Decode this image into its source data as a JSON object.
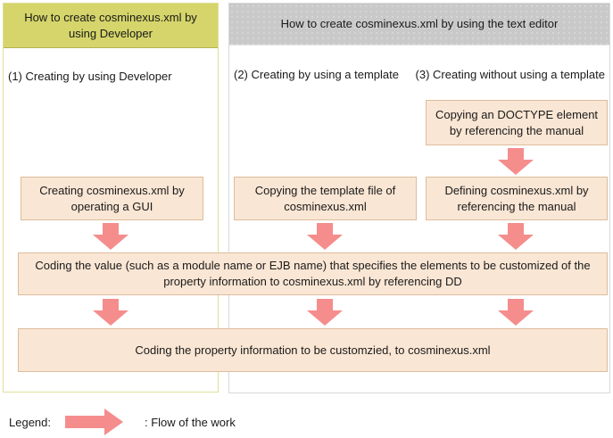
{
  "colors": {
    "developer_header_bg": "#d5d56b",
    "developer_header_border": "#b2b356",
    "developer_panel_border": "#dfe09a",
    "editor_header_bg": "#c9c9c9",
    "editor_panel_border": "#d9d9d9",
    "box_bg": "#fae6d4",
    "box_border": "#dcbd9c",
    "arrow": "#f58d8d",
    "text": "#1a1a1a"
  },
  "developer_panel": {
    "header": "How to create cosminexus.xml by using Developer",
    "method_label": "(1) Creating by using Developer",
    "steps": {
      "gui": "Creating cosminexus.xml by operating a GUI"
    }
  },
  "editor_panel": {
    "header": "How to create cosminexus.xml by using the text editor",
    "method2_label": "(2) Creating by using a template",
    "method3_label": "(3) Creating without using a template",
    "steps": {
      "copy_doctype": "Copying an DOCTYPE element by referencing the manual",
      "copy_template": "Copying the template file of cosminexus.xml",
      "define_manual": "Defining cosminexus.xml by referencing the manual"
    }
  },
  "shared_steps": {
    "coding_value": "Coding the value (such as a module name or EJB name) that specifies the elements to be customized of the property information to cosminexus.xml by referencing DD",
    "coding_property": "Coding the property information to be customzied, to cosminexus.xml"
  },
  "legend": {
    "label": "Legend:",
    "arrow_meaning": ": Flow of the work"
  }
}
